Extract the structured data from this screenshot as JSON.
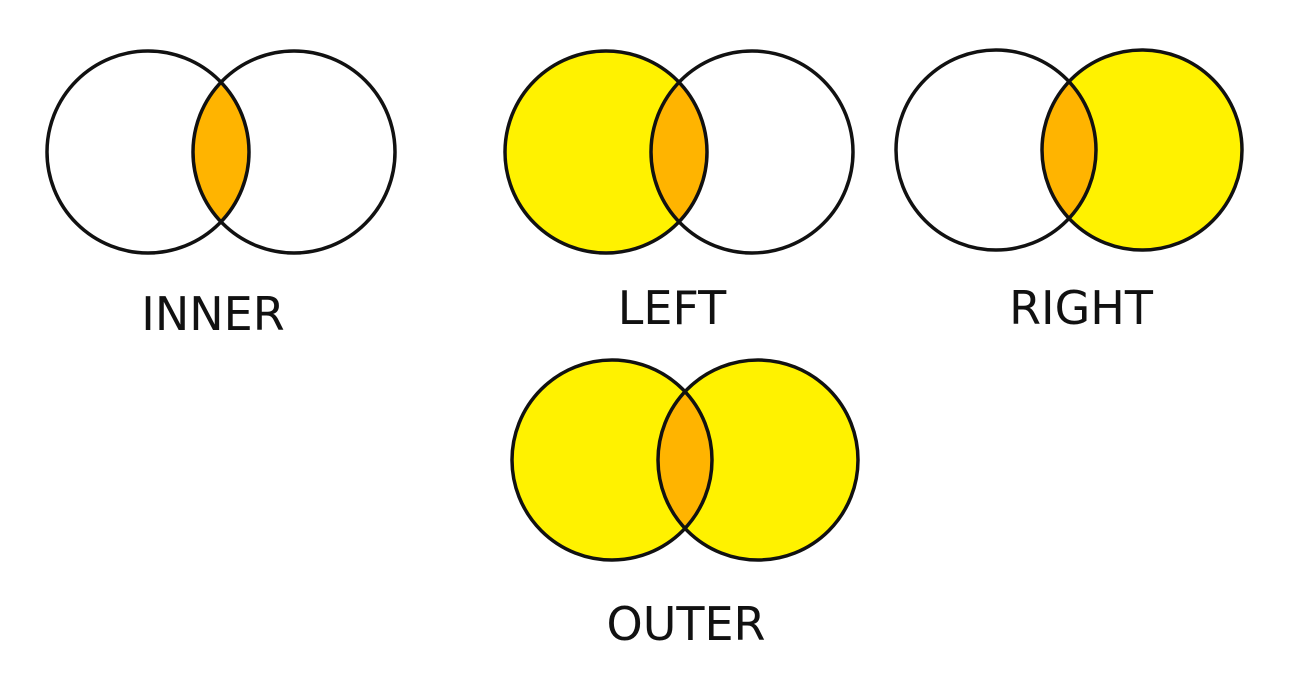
{
  "colors": {
    "background": "#ffffff",
    "outline": "#111111",
    "selected": "#fff200",
    "overlap": "#ffb400",
    "unselected": "#ffffff"
  },
  "diagrams": [
    {
      "id": "inner",
      "label": "INNER",
      "fill_left": false,
      "fill_overlap": true,
      "fill_right": false
    },
    {
      "id": "left",
      "label": "LEFT",
      "fill_left": true,
      "fill_overlap": true,
      "fill_right": false
    },
    {
      "id": "right",
      "label": "RIGHT",
      "fill_left": false,
      "fill_overlap": true,
      "fill_right": true
    },
    {
      "id": "outer",
      "label": "OUTER",
      "fill_left": true,
      "fill_overlap": true,
      "fill_right": true
    }
  ]
}
